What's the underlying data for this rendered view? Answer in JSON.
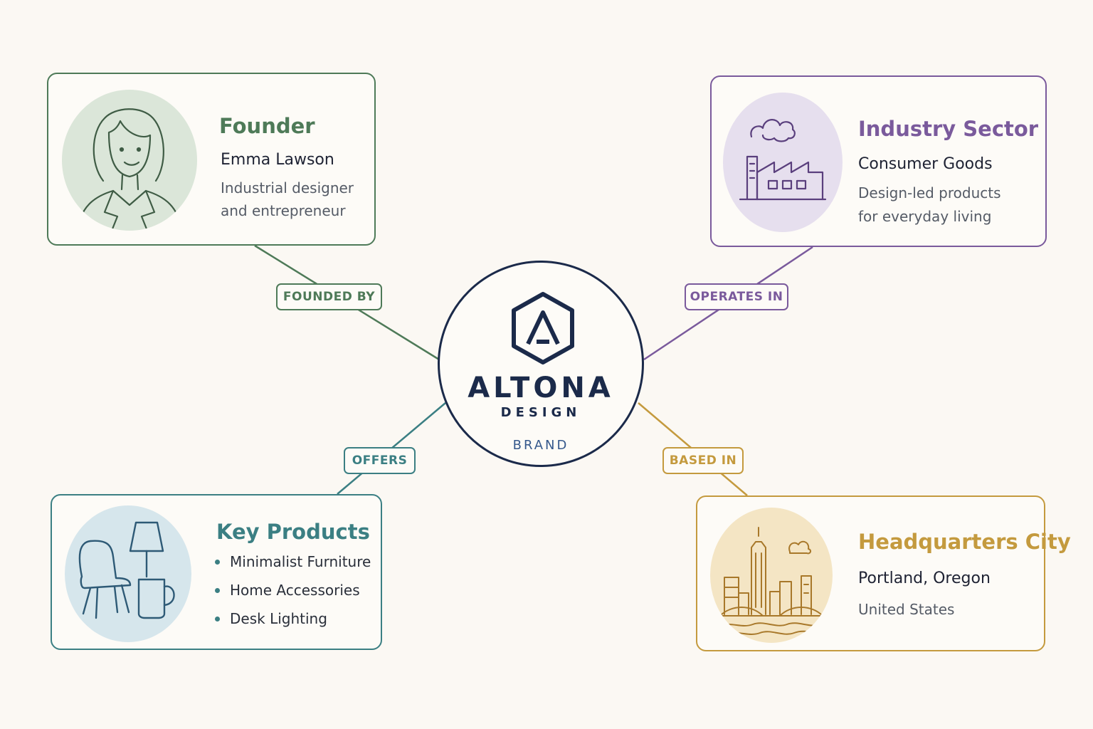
{
  "center": {
    "name": "ALTONA",
    "subtitle": "DESIGN",
    "type": "BRAND",
    "logo_icon": "hexagon-a-logo"
  },
  "relations": {
    "founded_by": "FOUNDED BY",
    "operates_in": "OPERATES IN",
    "offers": "OFFERS",
    "based_in": "BASED IN"
  },
  "founder": {
    "title": "Founder",
    "name": "Emma Lawson",
    "desc_line1": "Industrial designer",
    "desc_line2": "and entrepreneur",
    "icon": "woman-portrait-icon"
  },
  "industry": {
    "title": "Industry Sector",
    "name": "Consumer Goods",
    "desc_line1": "Design-led products",
    "desc_line2": "for everyday living",
    "icon": "factory-icon"
  },
  "products": {
    "title": "Key Products",
    "items": [
      "Minimalist Furniture",
      "Home Accessories",
      "Desk Lighting"
    ],
    "icon": "chair-lamp-mug-icon"
  },
  "headquarters": {
    "title": "Headquarters City",
    "name": "Portland, Oregon",
    "desc": "United States",
    "icon": "city-skyline-icon"
  },
  "colors": {
    "founder": "#4e7a58",
    "industry": "#7a5a9c",
    "products": "#3b7f83",
    "headquarters": "#c49a3e",
    "hub": "#1b2a4a",
    "background": "#fbf8f3"
  }
}
